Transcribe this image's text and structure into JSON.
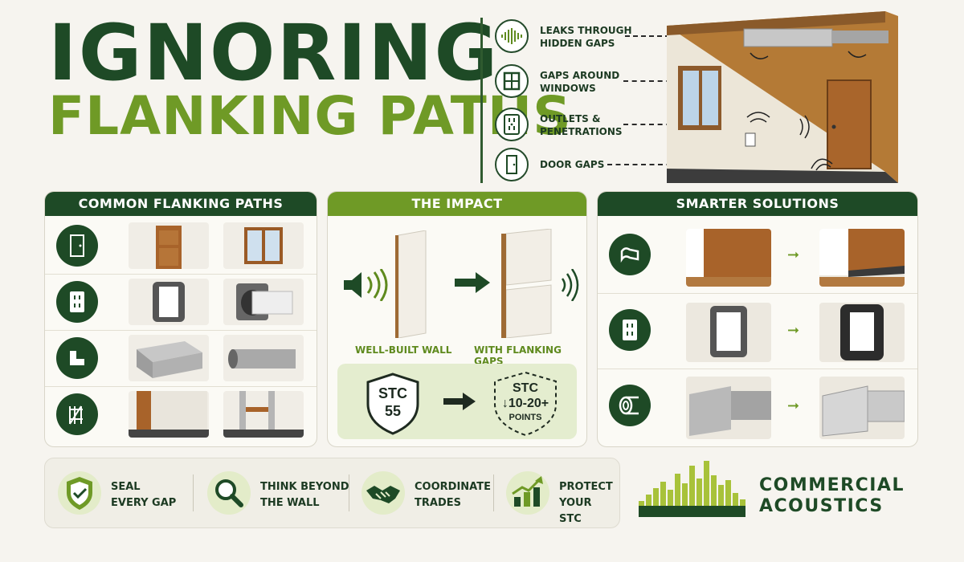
{
  "title": {
    "line1": "IGNORING",
    "line2": "FLANKING PATHS"
  },
  "legend": [
    {
      "icon": "sound-wave-icon",
      "line1": "LEAKS THROUGH",
      "line2": "HIDDEN GAPS"
    },
    {
      "icon": "window-icon",
      "line1": "GAPS AROUND",
      "line2": "WINDOWS"
    },
    {
      "icon": "outlet-icon",
      "line1": "OUTLETS &",
      "line2": "PENETRATIONS"
    },
    {
      "icon": "door-icon",
      "line1": "DOOR GAPS",
      "line2": ""
    }
  ],
  "panels": {
    "common": {
      "title": "COMMON FLANKING PATHS"
    },
    "impact": {
      "title": "THE IMPACT",
      "wall_label": "WELL-BUILT WALL",
      "gaps_label": "WITH FLANKING GAPS",
      "stc_before_l1": "STC",
      "stc_before_l2": "55",
      "stc_after_l1": "STC",
      "stc_after_l2": "↓10-20+",
      "stc_after_l3": "POINTS"
    },
    "solutions": {
      "title": "SMARTER SOLUTIONS"
    }
  },
  "bottom": [
    {
      "icon": "shield-check-icon",
      "line1": "SEAL",
      "line2": "EVERY GAP"
    },
    {
      "icon": "magnifier-icon",
      "line1": "THINK BEYOND",
      "line2": "THE WALL"
    },
    {
      "icon": "handshake-icon",
      "line1": "COORDINATE",
      "line2": "TRADES"
    },
    {
      "icon": "growth-chart-icon",
      "line1": "PROTECT",
      "line2": "YOUR STC"
    }
  ],
  "brand": {
    "line1": "COMMERCIAL",
    "line2": "ACOUSTICS"
  },
  "colors": {
    "dark_green": "#1e4a26",
    "lime": "#6f9a26",
    "background": "#f6f4ef"
  }
}
